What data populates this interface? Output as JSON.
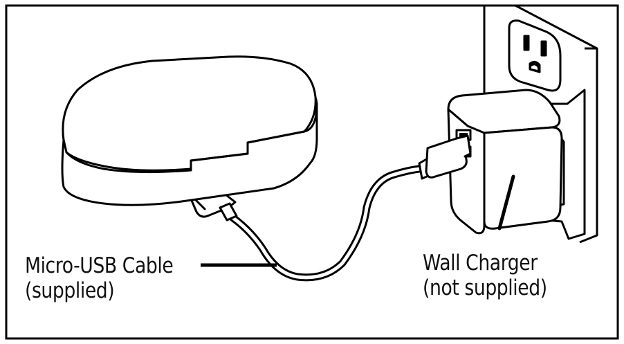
{
  "labels": {
    "cable": {
      "line1": "Micro-USB Cable",
      "line2": "(supplied)"
    },
    "charger": {
      "line1": "Wall Charger",
      "line2": "(not supplied)"
    }
  }
}
